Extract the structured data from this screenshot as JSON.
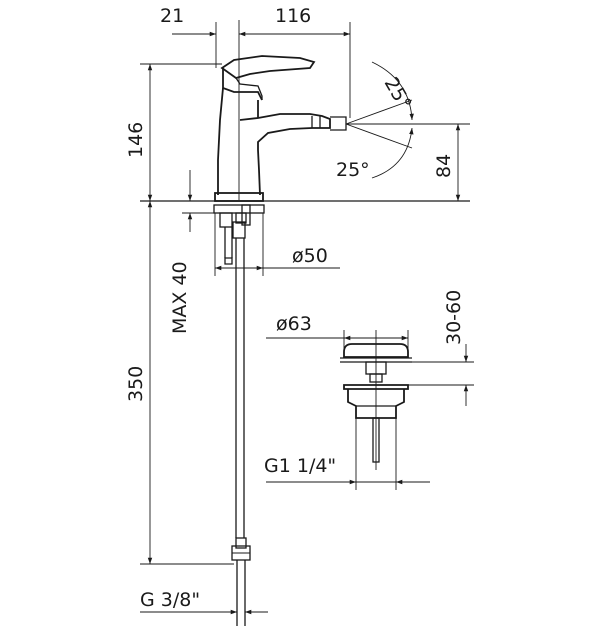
{
  "drawing": {
    "dimensions": {
      "spout_reach": "116",
      "body_offset": "21",
      "height": "146",
      "spout_height": "84",
      "angle_up": "25°",
      "angle_down": "25°",
      "base_diameter": "ø50",
      "max_thickness": "MAX 40",
      "hose_length": "350",
      "drain_diameter": "ø63",
      "drain_range": "30-60",
      "drain_thread": "G1 1/4\"",
      "hose_thread": "G 3/8\""
    },
    "colors": {
      "line": "#1a1a1a",
      "background": "#ffffff"
    }
  }
}
